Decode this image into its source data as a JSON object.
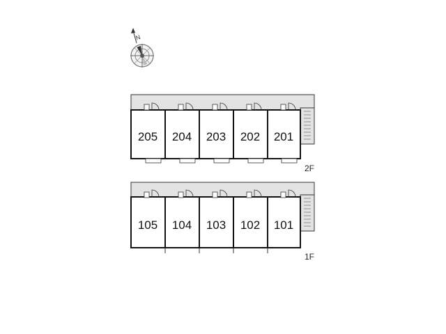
{
  "compass": {
    "north_label": "N",
    "icon": "compass-rose-icon"
  },
  "floors": [
    {
      "label": "2F",
      "units": [
        "205",
        "204",
        "203",
        "202",
        "201"
      ]
    },
    {
      "label": "1F",
      "units": [
        "105",
        "104",
        "103",
        "102",
        "101"
      ]
    }
  ],
  "colors": {
    "corridor": "#e3e3e3",
    "wall": "#111111",
    "stair": "#9a9a9a"
  }
}
